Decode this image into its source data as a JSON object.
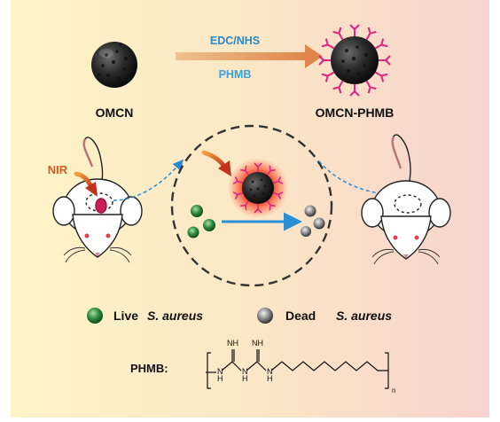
{
  "top": {
    "left_label": "OMCN",
    "right_label": "OMCN-PHMB",
    "reagent_top": "EDC/NHS",
    "reagent_bottom": "PHMB"
  },
  "middle": {
    "stimulus_label": "NIR"
  },
  "legend": {
    "live_word": "Live",
    "live_species": "S. aureus",
    "dead_word": "Dead",
    "dead_species": "S. aureus"
  },
  "structure": {
    "label": "PHMB:",
    "nh_top_1": "NH",
    "nh_top_2": "NH",
    "h_bottom_1": "H",
    "n_bottom_1": "N",
    "h_bottom_2": "H",
    "n_bottom_2": "N",
    "h_bottom_3": "H",
    "n_bottom_3": "N",
    "subscript": "n"
  },
  "colors": {
    "bg_left": "#fdf2c6",
    "bg_right": "#f8d5d0",
    "arrow_orange": "#e49a63",
    "reagent_top_blue": "#2b89c5",
    "reagent_bottom_blue": "#3aa0dc",
    "stimulus_orange": "#d95a1e",
    "ligand_magenta": "#e0237f",
    "live_green": "#2f8a3e",
    "dead_gray": "#555555",
    "dashed_blue": "#2a8ad2"
  }
}
